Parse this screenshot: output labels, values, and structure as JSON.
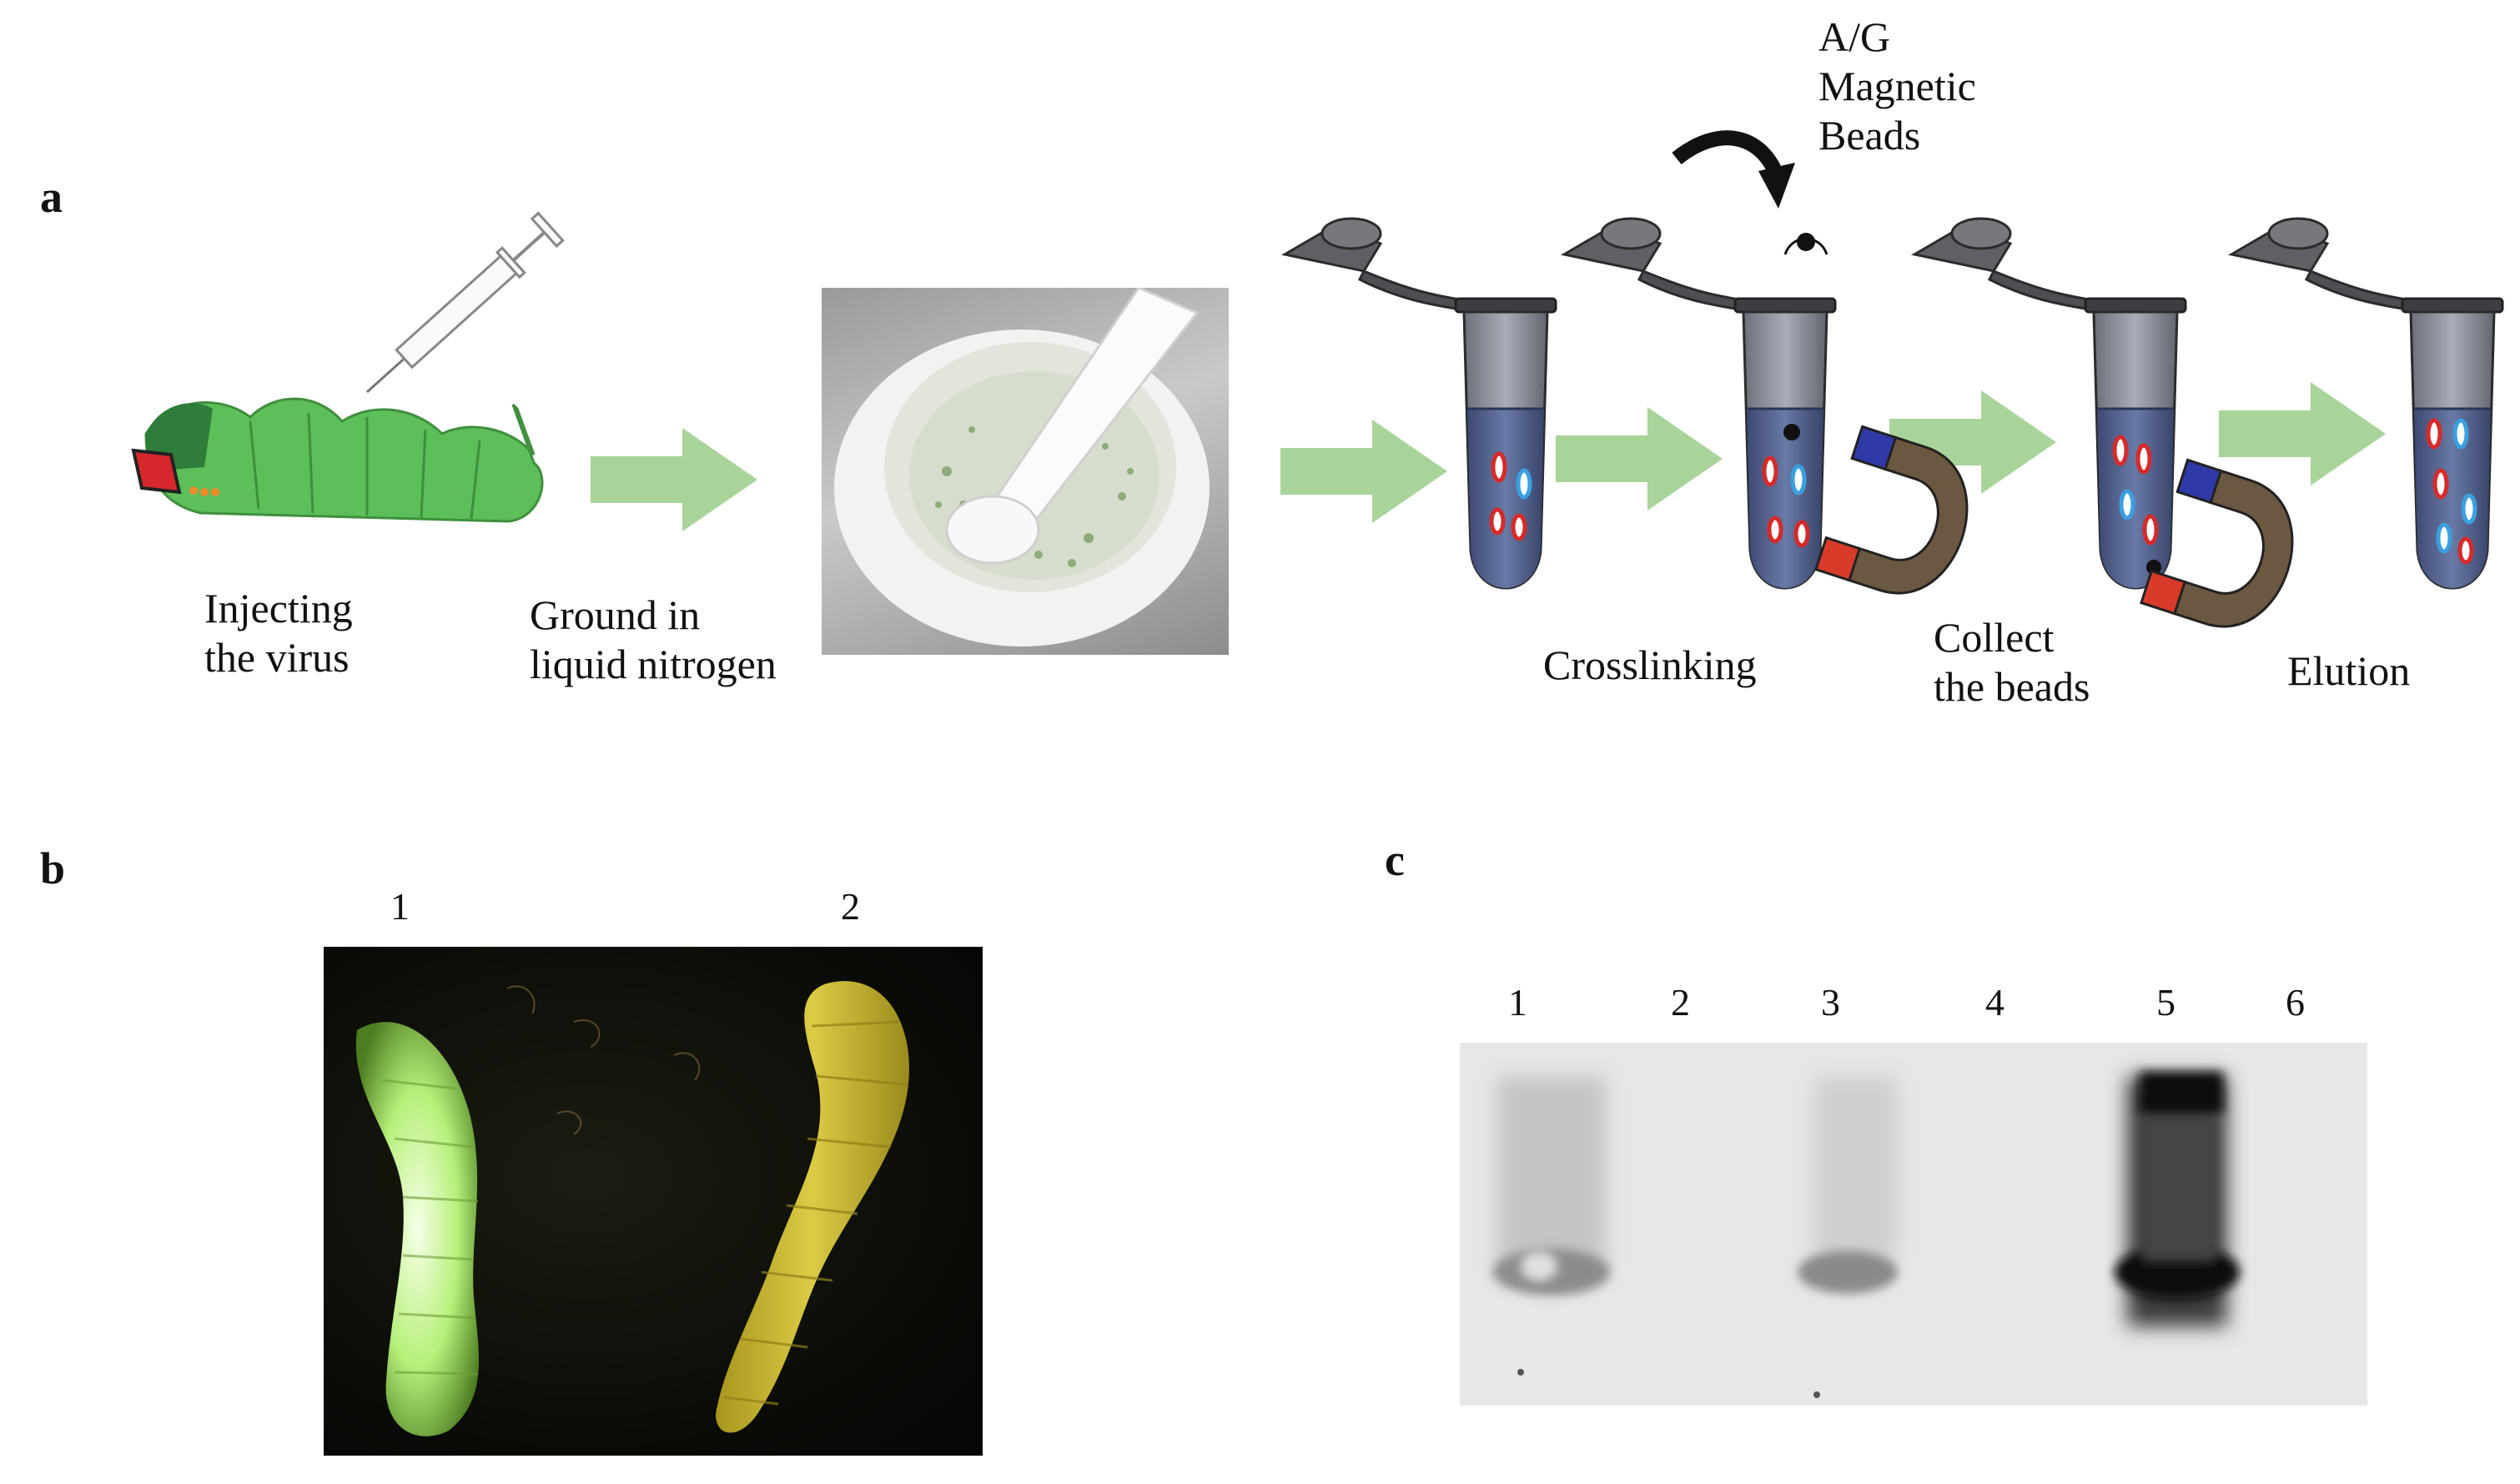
{
  "panel_a": {
    "letter": "a",
    "steps": [
      {
        "label": "Injecting\nthe virus"
      },
      {
        "label": "Ground in\nliquid nitrogen"
      },
      {
        "label": "Crosslinking"
      },
      {
        "label": "Collect\nthe beads"
      },
      {
        "label": "Elution"
      }
    ],
    "beads_label": "A/G\nMagnetic\nBeads"
  },
  "panel_b": {
    "letter": "b",
    "lanes": [
      "1",
      "2"
    ]
  },
  "panel_c": {
    "letter": "c",
    "lanes": [
      "1",
      "2",
      "3",
      "4",
      "5",
      "6"
    ]
  },
  "colors": {
    "arrow_green": "#a8d49a",
    "caterpillar_green": "#5cbf5a",
    "tube_liquid": "#4d5f8a",
    "magnet_red": "#d93b2b",
    "magnet_blue": "#2e3aa8",
    "fluor_green": "#c8f58a",
    "fluor_yellow": "#d7c640"
  }
}
